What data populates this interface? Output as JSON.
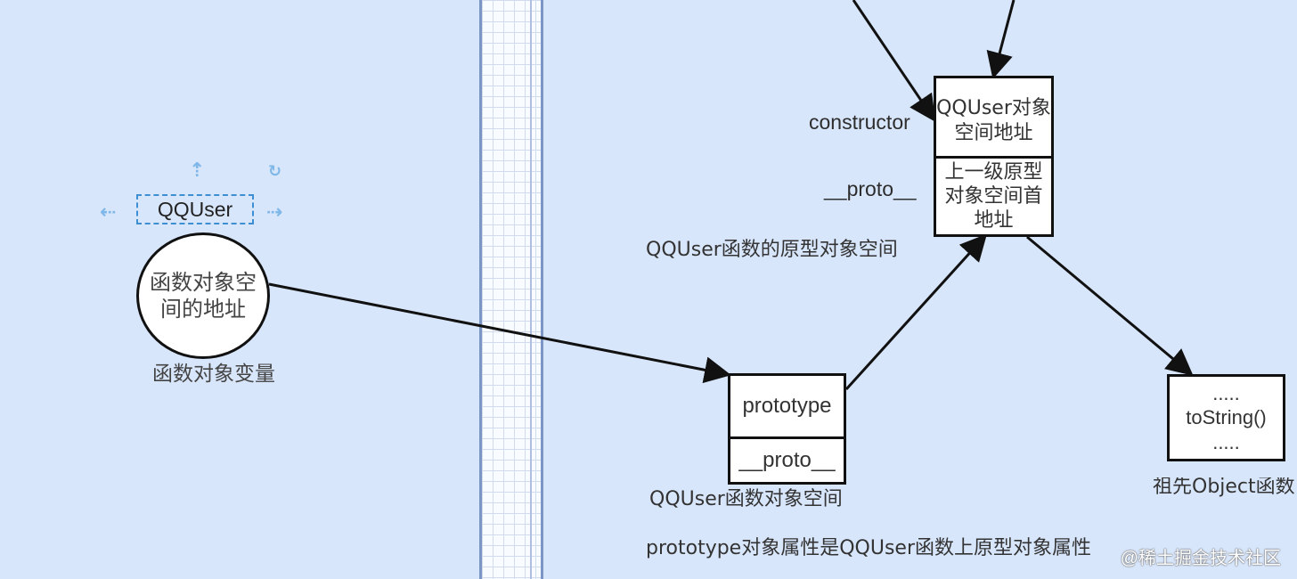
{
  "left_panel": {
    "variable_name": "QQUser",
    "circle_text": "函数对象空间的地址",
    "circle_caption": "函数对象变量"
  },
  "right_panel": {
    "top_box": {
      "cell_1": "QQUser对象空间地址",
      "cell_2": "上一级原型对象空间首地址",
      "label_constructor": "constructor",
      "label_proto": "__proto__",
      "caption": "QQUser函数的原型对象空间"
    },
    "middle_box": {
      "cell_1": "prototype",
      "cell_2": "__proto__",
      "caption": "QQUser函数对象空间",
      "note": "prototype对象属性是QQUser函数上原型对象属性"
    },
    "right_box": {
      "line_1": ".....",
      "line_2": "toString()",
      "line_3": ".....",
      "caption": "祖先Object函数"
    }
  },
  "watermark": "@稀土掘金技术社区"
}
